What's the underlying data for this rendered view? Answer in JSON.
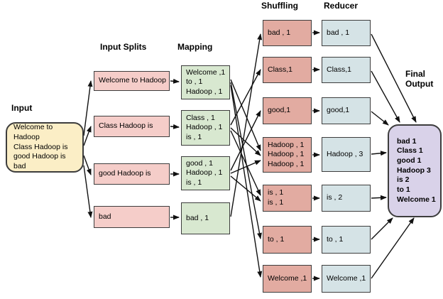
{
  "labels": {
    "input": "Input",
    "input_splits": "Input Splits",
    "mapping": "Mapping",
    "shuffling": "Shuffling",
    "reducer": "Reducer",
    "final_output": "Final\nOutput"
  },
  "input": {
    "text": "Welcome to Hadoop\nClass Hadoop is\ngood Hadoop is bad"
  },
  "input_splits": {
    "boxes": [
      "Welcome to Hadoop",
      "Class Hadoop is",
      "good Hadoop is",
      "bad"
    ]
  },
  "mapping": {
    "boxes": [
      "Welcome ,1\nto , 1\nHadoop , 1",
      "Class , 1\nHadoop , 1\nis , 1",
      "good , 1\nHadoop , 1\nis , 1",
      "bad , 1"
    ]
  },
  "shuffling": {
    "boxes": [
      "bad , 1",
      "Class,1",
      "good,1",
      "Hadoop , 1\nHadoop , 1\nHadoop , 1",
      "is , 1\nis , 1",
      "to ,  1",
      "Welcome ,1"
    ]
  },
  "reducer": {
    "boxes": [
      "bad , 1",
      "Class,1",
      "good,1",
      "Hadoop , 3",
      "is , 2",
      "to ,  1",
      "Welcome ,1"
    ]
  },
  "final_output": {
    "text": "bad 1\nClass 1\ngood 1\nHadoop 3\nis 2\nto 1\nWelcome 1"
  },
  "colors": {
    "input_box": "#fbeec6",
    "split_box": "#f5cdc9",
    "map_box": "#d8e8d0",
    "shuffle_box": "#e2aba1",
    "reduce_box": "#d5e3e6",
    "final_box": "#d9d2e9",
    "border": "#3d3d3d",
    "arrow": "#111111"
  }
}
